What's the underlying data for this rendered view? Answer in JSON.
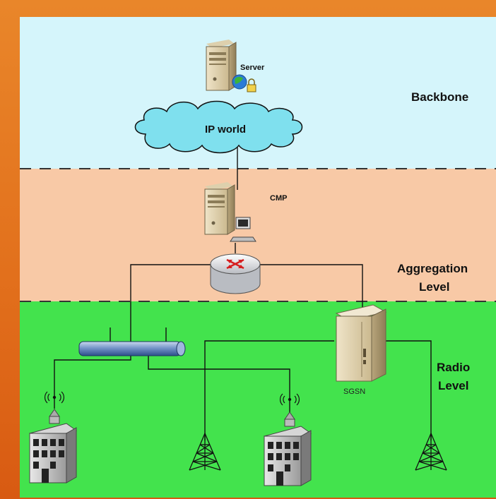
{
  "labels": {
    "server": "Server",
    "ip_world": "IP world",
    "cmp": "CMP",
    "sgsn": "SGSN"
  },
  "levels": {
    "backbone": "Backbone",
    "aggregation_line1": "Aggregation",
    "aggregation_line2": "Level",
    "radio_line1": "Radio",
    "radio_line2": "Level"
  },
  "colors": {
    "backbone_band": "#d5f5fb",
    "aggregation_band": "#f8c9a6",
    "radio_band": "#43e34d",
    "cloud": "#7fe0ee",
    "frame_orange": "#e2701c"
  }
}
